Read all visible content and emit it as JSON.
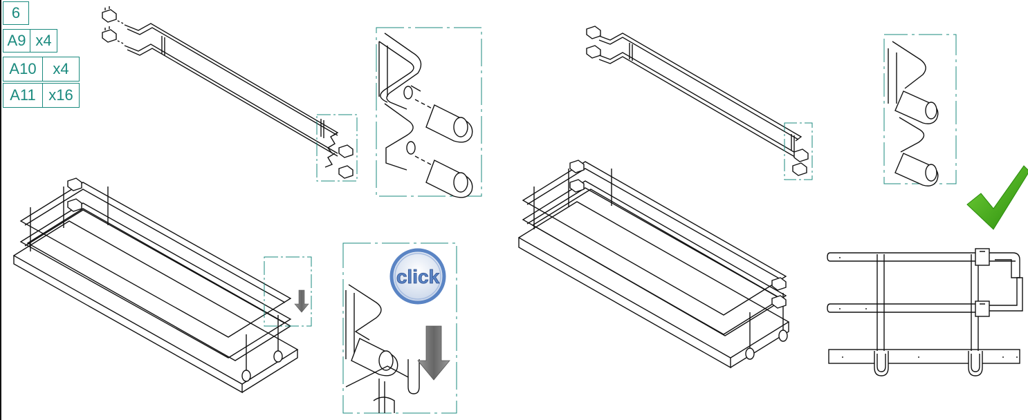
{
  "step": {
    "number": "6"
  },
  "parts": [
    {
      "id": "A9",
      "qty": "x4"
    },
    {
      "id": "A10",
      "qty": "x4"
    },
    {
      "id": "A11",
      "qty": "x16"
    }
  ],
  "callout": {
    "click_label": "click"
  },
  "colors": {
    "accent": "#1a8a7e",
    "check": "#3aa614",
    "arrow": "#777777",
    "click_ring": "#5a84c4"
  },
  "icons": [
    "down-arrow-icon",
    "click-badge-icon",
    "checkmark-icon"
  ]
}
